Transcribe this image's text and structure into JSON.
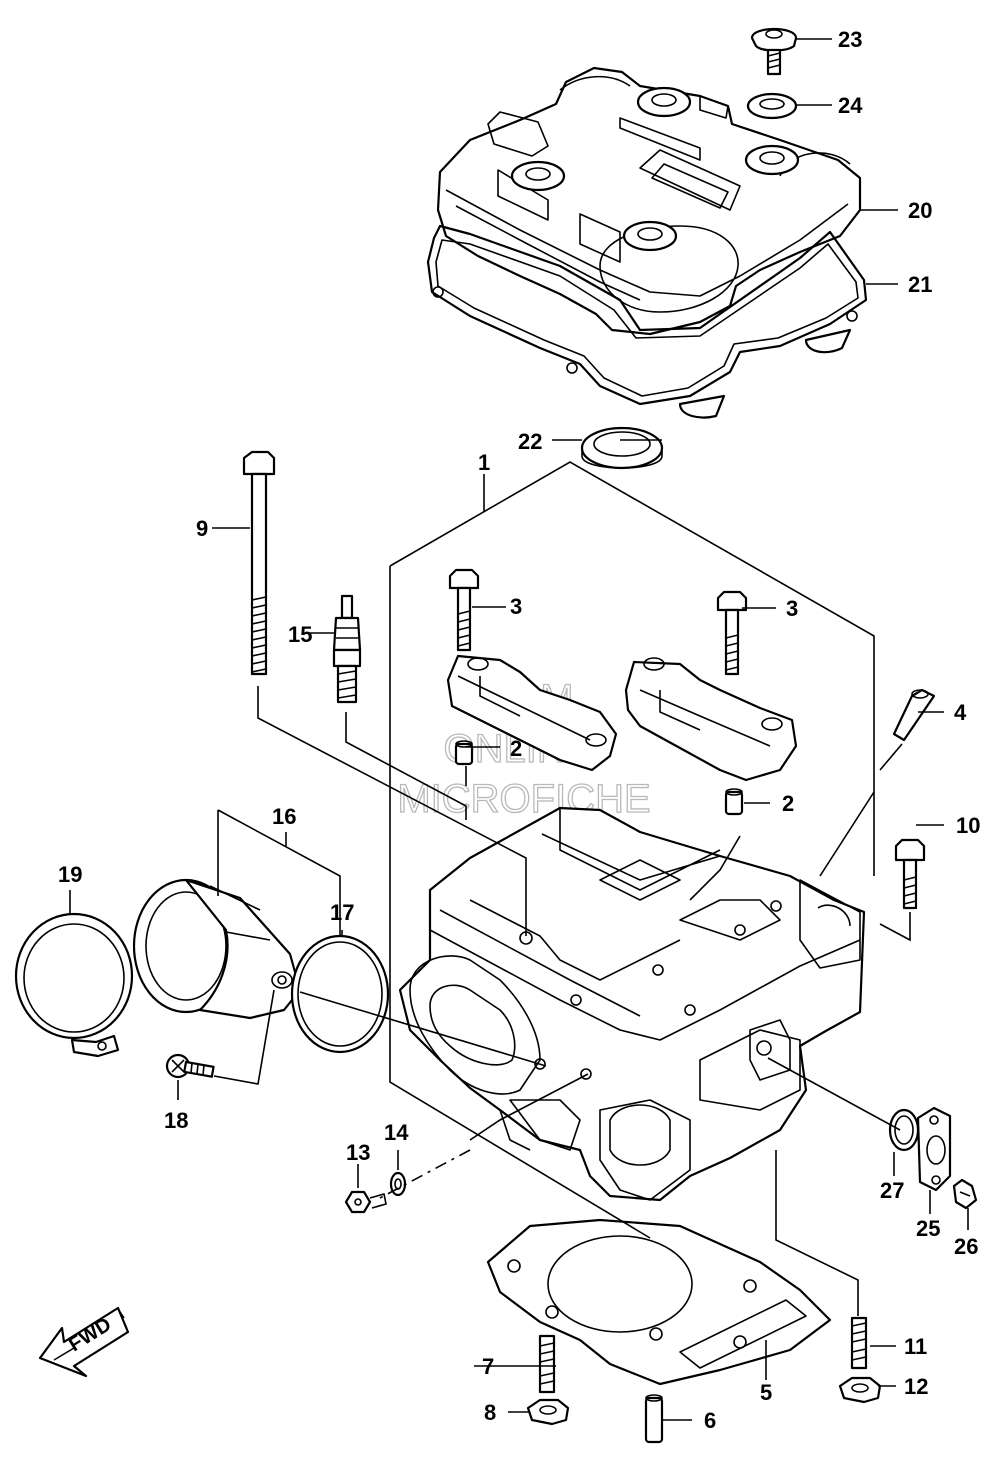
{
  "callouts": {
    "c1": "1",
    "c2a": "2",
    "c2b": "2",
    "c3a": "3",
    "c3b": "3",
    "c4": "4",
    "c5": "5",
    "c6": "6",
    "c7": "7",
    "c8": "8",
    "c9": "9",
    "c10": "10",
    "c11": "11",
    "c12": "12",
    "c13": "13",
    "c14": "14",
    "c15": "15",
    "c16": "16",
    "c17": "17",
    "c18": "18",
    "c19": "19",
    "c20": "20",
    "c21": "21",
    "c22": "22",
    "c23": "23",
    "c24": "24",
    "c25": "25",
    "c26": "26",
    "c27": "27"
  },
  "watermark": {
    "line1": "HLSM",
    "line2": "ONLINE",
    "line3": "MICROFICHE"
  },
  "fwd_label": "FWD",
  "colors": {
    "ink": "#000000",
    "watermark": "#b9b9b9",
    "background": "#ffffff"
  }
}
